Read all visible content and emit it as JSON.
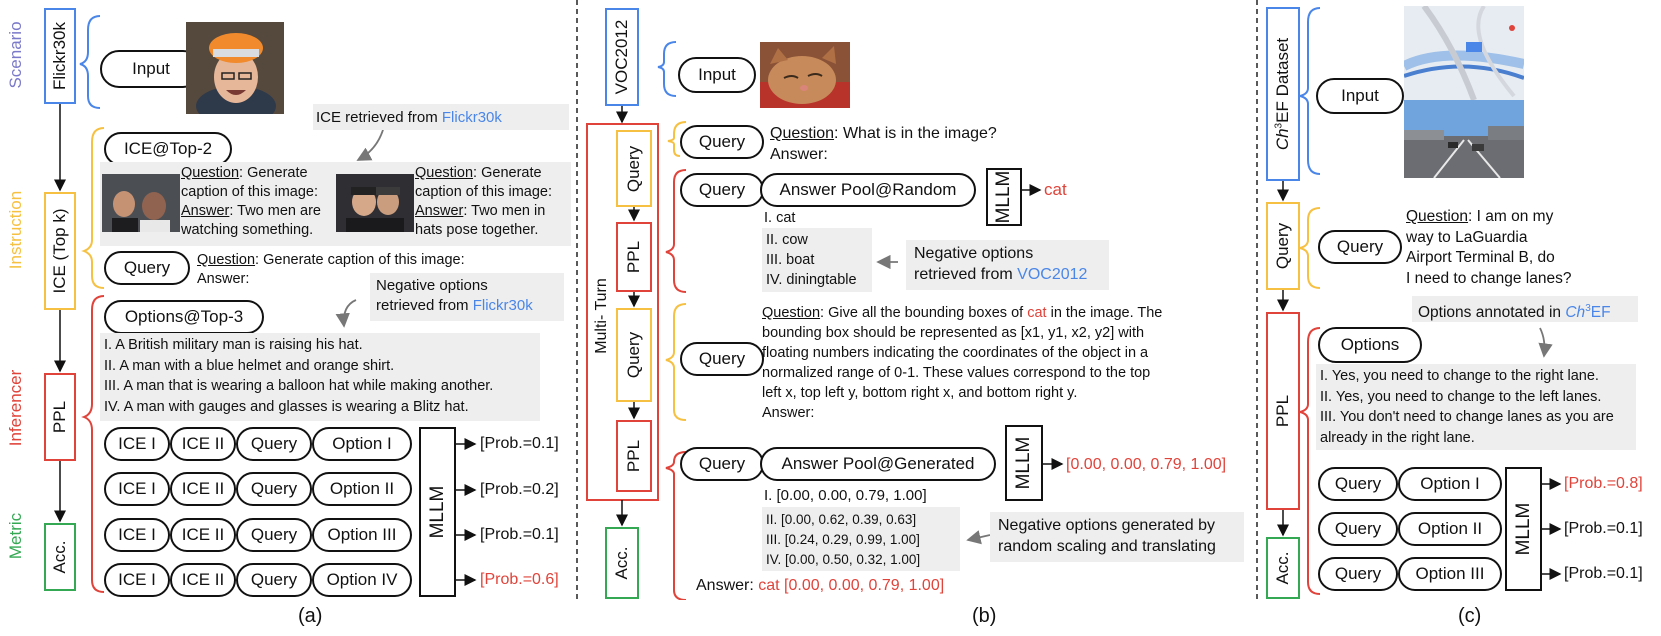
{
  "colors": {
    "blue": "#4a86e8",
    "yellow": "#f6c142",
    "red": "#e0433a",
    "green": "#34a853",
    "grey": "#eeeeee"
  },
  "stages": [
    "Scenario",
    "Instruction",
    "Inferencer",
    "Metric"
  ],
  "panel_a": {
    "caption": "(a)",
    "flow": [
      "Flickr30k",
      "ICE (Top k)",
      "PPL",
      "Acc."
    ],
    "input_label": "Input",
    "ice_retrieved_note": "ICE retrieved from ",
    "ice_retrieved_src": "Flickr30k",
    "ice_label": "ICE@Top-2",
    "ice1": {
      "q": "Question",
      "q_text": ": Generate",
      "l2": "caption of this image:",
      "a": "Answer",
      "a_text": ": Two men are",
      "l4": "watching something."
    },
    "ice2": {
      "q": "Question",
      "q_text": ": Generate",
      "l2": "caption of this image:",
      "a": "Answer",
      "a_text": ": Two men in",
      "l4": "hats pose together."
    },
    "query_label": "Query",
    "query_q": "Question",
    "query_text": ": Generate caption of this image:",
    "query_answer": "Answer:",
    "neg_note_1": "Negative options",
    "neg_note_2": "retrieved from ",
    "neg_note_src": "Flickr30k",
    "options_label": "Options@Top-3",
    "options": [
      "I. A British military man is raising his hat.",
      "II. A man with a blue helmet and orange shirt.",
      "III. A man that is wearing a balloon hat while making another.",
      "IV. A man with gauges and glasses is wearing a Blitz hat."
    ],
    "row_items": [
      "ICE I",
      "ICE II",
      "Query"
    ],
    "row_options": [
      "Option I",
      "Option II",
      "Option III",
      "Option IV"
    ],
    "mllm": "MLLM",
    "probs": [
      "[Prob.=0.1]",
      "[Prob.=0.2]",
      "[Prob.=0.1]",
      "[Prob.=0.6]"
    ]
  },
  "panel_b": {
    "caption": "(b)",
    "flow": [
      "VOC2012",
      "Query",
      "PPL",
      "Query",
      "PPL",
      "Acc."
    ],
    "multi_turn": "Multi- Turn",
    "input_label": "Input",
    "query_label": "Query",
    "q1_q": "Question",
    "q1_text": ": What is in the image?",
    "q1_answer": "Answer:",
    "pool_random": "Answer Pool@Random",
    "mllm": "MLLM",
    "result1": "cat",
    "opt_first": "I. cat",
    "opts_rest": [
      "II. cow",
      "III. boat",
      "IV. diningtable"
    ],
    "neg_note_1": "Negative options",
    "neg_note_2": "retrieved from ",
    "neg_note_src": "VOC2012",
    "q2_q": "Question",
    "q2_l1a": ": Give all the bounding boxes of ",
    "q2_l1b": "cat",
    "q2_l1c": " in the image. The",
    "q2_lines": [
      "bounding box should be represented as [x1, y1, x2, y2] with",
      "floating numbers indicating the coordinates of the object in a",
      "normalized range of 0-1. These values correspond to the top",
      "left x, top left y, bottom right x, and bottom right y."
    ],
    "q2_answer": "Answer:",
    "pool_generated": "Answer Pool@Generated",
    "result2": "[0.00, 0.00, 0.79, 1.00]",
    "bbox_first": "I. [0.00, 0.00, 0.79, 1.00]",
    "bbox_rest": [
      "II. [0.00, 0.62, 0.39, 0.63]",
      "III. [0.24, 0.29, 0.99, 1.00]",
      "IV. [0.00, 0.50, 0.32, 1.00]"
    ],
    "gen_note_1": "Negative options generated by",
    "gen_note_2": "random scaling and translating",
    "final_label": "Answer: ",
    "final_value": "cat [0.00, 0.00, 0.79, 1.00]"
  },
  "panel_c": {
    "caption": "(c)",
    "flow_dataset": "EF Dataset",
    "flow_dataset_ch": "Ch",
    "flow_dataset_sup": "3",
    "flow": [
      "Query",
      "PPL",
      "Acc."
    ],
    "input_label": "Input",
    "query_label": "Query",
    "q_q": "Question",
    "q_lines": [
      ": I am on my",
      "way to LaGuardia",
      "Airport Terminal B, do",
      "I need to change lanes?"
    ],
    "ann_note": "Options annotated in ",
    "ann_src_ch": "Ch",
    "ann_src_sup": "3",
    "ann_src_ef": "EF",
    "options_label": "Options",
    "options": [
      "I. Yes, you need to change to the right lane.",
      "II. Yes, you need to change to the left lanes.",
      "III. You don't need to change lanes as you are",
      "already in the right lane."
    ],
    "row_options": [
      "Option I",
      "Option II",
      "Option III"
    ],
    "mllm": "MLLM",
    "probs": [
      "[Prob.=0.8]",
      "[Prob.=0.1]",
      "[Prob.=0.1]"
    ]
  }
}
